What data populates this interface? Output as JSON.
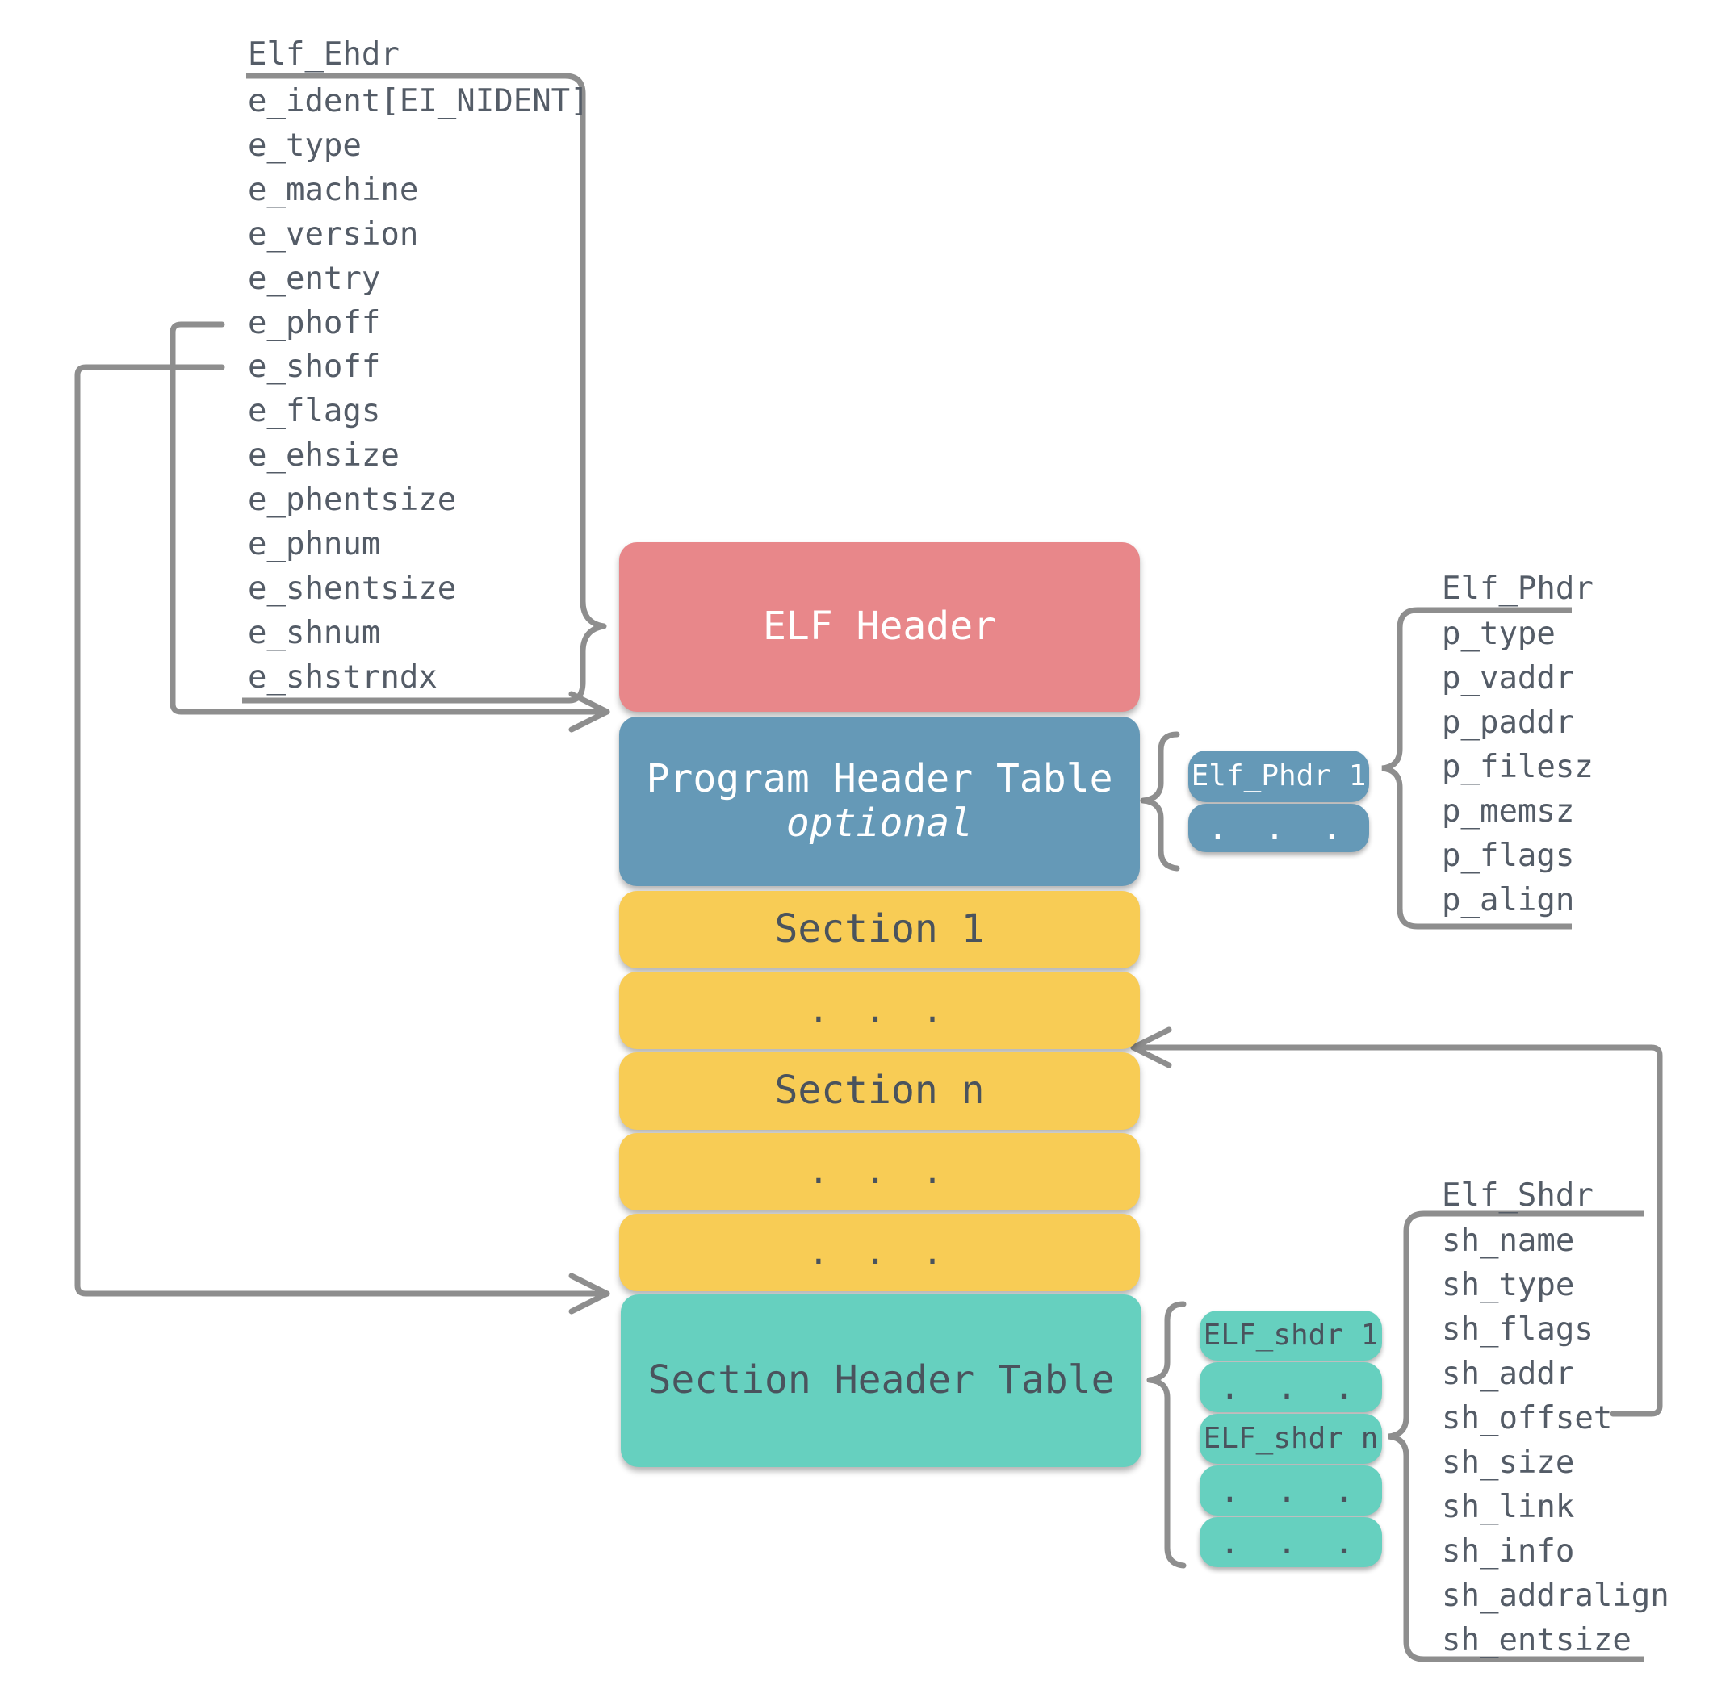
{
  "elf_ehdr": {
    "title": "Elf_Ehdr",
    "fields": [
      "e_ident[EI_NIDENT]",
      "e_type",
      "e_machine",
      "e_version",
      "e_entry",
      "e_phoff",
      "e_shoff",
      "e_flags",
      "e_ehsize",
      "e_phentsize",
      "e_phnum",
      "e_shentsize",
      "e_shnum",
      "e_shstrndx"
    ]
  },
  "elf_phdr": {
    "title": "Elf_Phdr",
    "fields": [
      "p_type",
      "p_vaddr",
      "p_paddr",
      "p_filesz",
      "p_memsz",
      "p_flags",
      "p_align"
    ]
  },
  "elf_shdr": {
    "title": "Elf_Shdr",
    "fields": [
      "sh_name",
      "sh_type",
      "sh_flags",
      "sh_addr",
      "sh_offset",
      "sh_size",
      "sh_link",
      "sh_info",
      "sh_addralign",
      "sh_entsize"
    ]
  },
  "file_layout": {
    "elf_header": "ELF Header",
    "program_header_table": "Program Header Table",
    "program_header_table_note": "optional",
    "sections": [
      "Section 1",
      ". . .",
      "Section n",
      ". . .",
      ". . ."
    ],
    "section_header_table": "Section Header Table"
  },
  "phdr_entries": [
    "Elf_Phdr 1",
    ". . ."
  ],
  "shdr_entries": [
    "ELF_shdr 1",
    ". . .",
    "ELF_shdr n",
    ". . .",
    ". . ."
  ],
  "colors": {
    "elf_header": "#e8878a",
    "program_header_table": "#6599b7",
    "sections": "#f8cc55",
    "section_header_table": "#66d0bf",
    "connector": "#8e8e8e",
    "text": "#545c67"
  }
}
